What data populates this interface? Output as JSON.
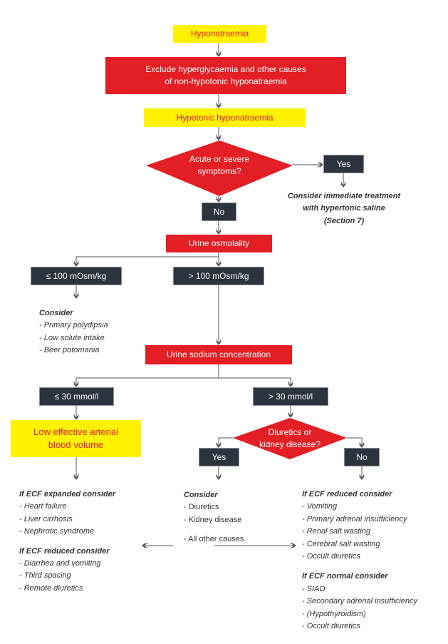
{
  "colors": {
    "red": "#e31e24",
    "yellow": "#fff200",
    "dark": "#2b333d",
    "line": "#6d737a"
  },
  "nodes": {
    "hyponatraemia": "Hyponatraemia",
    "exclude_line1": "Exclude hyperglycaemia and other causes",
    "exclude_line2": "of non-hypotonic hyponatraemia",
    "hypotonic": "Hypotonic hyponatraemia",
    "acute_line1": "Acute or severe",
    "acute_line2": "symptoms?",
    "acute_yes": "Yes",
    "acute_no": "No",
    "urine_osmolality": "Urine osmolality",
    "osm_low": "≤ 100 mOsm/kg",
    "osm_high": "> 100 mOsm/kg",
    "urine_sodium": "Urine sodium concentration",
    "na_low": "≤ 30 mmol/l",
    "na_high": "> 30 mmol/l",
    "low_volume_line1": "Low effective arterial",
    "low_volume_line2": "blood volume",
    "diuretics_line1": "Diuretics or",
    "diuretics_line2": "kidney disease?",
    "diuretics_yes": "Yes",
    "diuretics_no": "No"
  },
  "notes": {
    "immediate": [
      "Consider immediate treatment",
      "with hypertonic saline",
      "(Section 7)"
    ],
    "low_osm": {
      "heading": "Consider",
      "items": [
        "- Primary polydipsia",
        "- Low solute intake",
        "- Beer potomania"
      ]
    },
    "left": {
      "expanded_heading": "If ECF expanded consider",
      "expanded_items": [
        "- Heart failure",
        "- Liver cirrhosis",
        "- Nephrotic syndrome"
      ],
      "reduced_heading": "If ECF reduced consider",
      "reduced_items": [
        "- Diarrhea and vomiting",
        "- Third spacing",
        "- Remote diuretics"
      ]
    },
    "middle": {
      "heading": "Consider",
      "items": [
        "- Diuretics",
        "- Kidney disease"
      ],
      "other": "- All other causes"
    },
    "right": {
      "reduced_heading": "If ECF reduced consider",
      "reduced_items": [
        "- Vomiting",
        "- Primary adrenal insufficiency",
        "- Renal salt wasting",
        "- Cerebral salt wasting",
        "- Occult diuretics"
      ],
      "normal_heading": "If ECF normal consider",
      "normal_items": [
        "- SIAD",
        "- Secondary adrenal insufficiency",
        "- (Hypothyroidism)",
        "- Occult diuretics"
      ]
    }
  }
}
